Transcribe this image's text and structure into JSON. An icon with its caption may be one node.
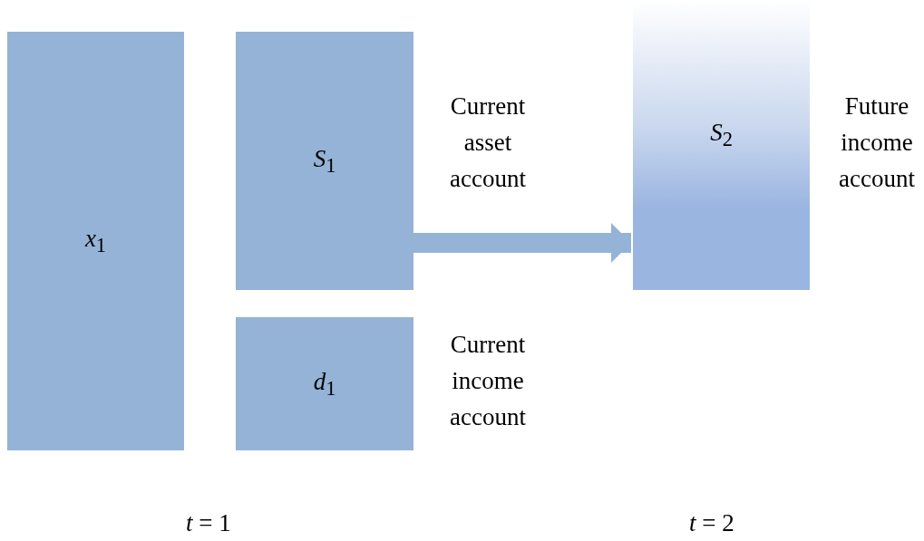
{
  "diagram": {
    "nodes": [
      {
        "text": [
          "*x*$_{1}$"
        ]
      },
      {
        "text": [
          "*S*$_{1}$"
        ],
        "beside": [
          "Current asset account"
        ]
      },
      {
        "text": [
          "*d*$_{1}$"
        ],
        "beside": [
          "Current income account"
        ]
      },
      {
        "text": [
          "*S*$_{2}$"
        ],
        "beside": [
          "Future income account"
        ]
      }
    ],
    "edges": [
      {
        "from": 1,
        "to": 3,
        "arrow": "to"
      }
    ],
    "labels": [
      "*t* = 1",
      "*t* = 2"
    ]
  }
}
